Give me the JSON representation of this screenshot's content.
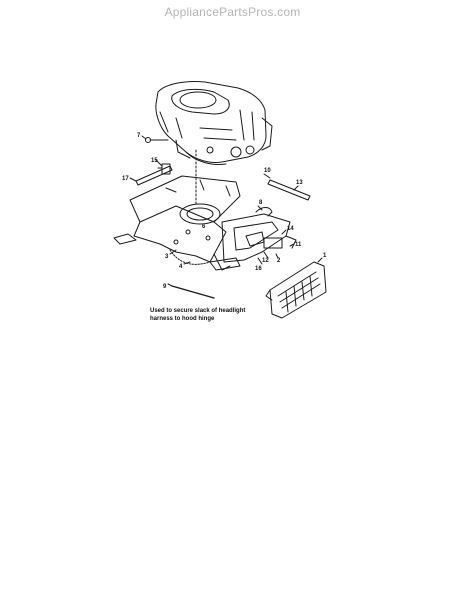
{
  "watermark": "AppliancePartsPros.com",
  "callouts": {
    "c7a": "7",
    "c15": "15",
    "c17": "17",
    "c10": "10",
    "c13": "13",
    "c8": "8",
    "c6": "6",
    "c14": "14",
    "c11": "11",
    "c12": "12",
    "c2": "2",
    "c3": "3",
    "c4": "4",
    "c16": "16",
    "c1": "1",
    "c9": "9"
  },
  "note": {
    "line1": "Used to secure slack of headlight",
    "line2": "harness to hood hinge"
  }
}
